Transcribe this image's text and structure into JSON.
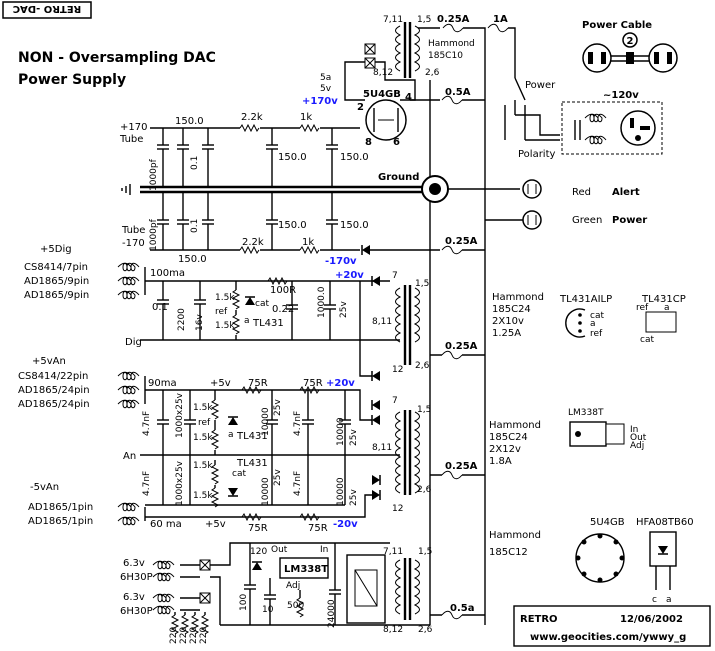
{
  "corner_logo": "RETRO -DAC",
  "title_line1": "NON - Oversampling DAC",
  "title_line2": "Power Supply",
  "power_cable_label": "Power Cable",
  "power_cable_num": "2",
  "power_label": "Power",
  "polarity_label": "Polarity",
  "mains_voltage": "~120v",
  "fuse_main": "0.25A",
  "fuse_1a": "1A",
  "fuse_rect": "0.5A",
  "fuse_low1": "0.25A",
  "fuse_low2": "0.25A",
  "fuse_low3": "0.25A",
  "fuse_heater": "0.5a",
  "xfmr_hv": {
    "pins_top": "7,11",
    "pins_top_r": "1,5",
    "pins_bot": "8,12",
    "pins_bot_r": "2,6",
    "name1": "Hammond",
    "name2": "185C10"
  },
  "tap_5a": "5a",
  "tap_5v": "5v",
  "hv_plus_label": "+170v",
  "tube_label": "5U4GB",
  "tube_pins": {
    "p2": "2",
    "p4": "4",
    "p8": "8",
    "p6": "6"
  },
  "rail_plus": {
    "line1": "+170",
    "line2": "Tube"
  },
  "rail_minus": {
    "line1": "Tube",
    "line2": "-170"
  },
  "hv_values": {
    "c1": "150.0",
    "c2": "0.1",
    "c3": "1000pf",
    "r1": "2.2k",
    "r2": "1k",
    "c4": "150.0",
    "c5": "150.0"
  },
  "hv_values_neg": {
    "c1": "150.0",
    "c2": "0.1",
    "c3": "1000pf",
    "r1": "2.2k",
    "r2": "1k",
    "c4": "150.0",
    "c5": "150.0"
  },
  "minus_170_label": "-170v",
  "ground_label": "Ground",
  "red_label": "Red",
  "alert_label": "Alert",
  "green_label": "Green",
  "power_ind_label": "Power",
  "dig": {
    "head": "+5Dig",
    "in1": "CS8414/7pin",
    "in2": "AD1865/9pin",
    "in3": "AD1865/9pin",
    "current": "100ma",
    "c01": "0.1",
    "c2200": "2200",
    "c16v": "16v",
    "r15k_a": "1.5k",
    "r15k_b": "1.5k",
    "ref": "ref",
    "cat": "cat",
    "a": "a",
    "r100": "100R",
    "c022": "0.22",
    "ic": "TL431",
    "c1000": "1000.0",
    "c25v": "25v",
    "out": "Dig",
    "v20": "+20v",
    "d7": "7",
    "d811": "8,11",
    "d12": "12",
    "p15": "1,5",
    "p26": "2,6"
  },
  "an": {
    "head": "+5vAn",
    "in1": "CS8414/22pin",
    "in2": "AD1865/24pin",
    "in3": "AD1865/24pin",
    "current": "90ma",
    "plus5": "+5v",
    "r75a": "75R",
    "r75b": "75R",
    "v20": "+20v",
    "c47a": "4.7nF",
    "c1000x25a": "1000x25v",
    "r15a": "1.5k",
    "r15b": "1.5k",
    "ref": "ref",
    "a": "a",
    "ic1": "TL431",
    "c10000a": "10000",
    "c25va": "25v",
    "c47b": "4.7nF",
    "c10000b": "10000",
    "c25vb": "25v",
    "mid": "An",
    "c47c": "4.7nF",
    "c1000x25b": "1000x25v",
    "r15c": "1.5k",
    "r15d": "1.5k",
    "ic2": "TL431",
    "cat": "cat",
    "c10000c": "10000",
    "c25vc": "25v",
    "c47d": "4.7nF",
    "c10000d": "10000",
    "c25vd": "25v",
    "neg_head": "-5vAn",
    "neg_in1": "AD1865/1pin",
    "neg_in2": "AD1865/1pin",
    "neg_current": "60 ma",
    "plus5b": "+5v",
    "r75c": "75R",
    "r75d": "75R",
    "v20neg": "-20v",
    "d7": "7",
    "d811": "8,11",
    "d12": "12",
    "p15": "1,5",
    "p26": "2,6"
  },
  "heater": {
    "v1": "6.3v",
    "t1": "6H30P",
    "v2": "6.3v",
    "t2": "6H30P",
    "r1": "220",
    "r2": "220",
    "r3": "220",
    "r4": "220",
    "c100": "100",
    "r120": "120",
    "out": "Out",
    "in": "In",
    "ic": "LM338T",
    "adj": "Adj",
    "c10": "10",
    "r500": "500",
    "c24000": "24000",
    "p711": "7,11",
    "p15": "1,5",
    "p812": "8,12",
    "p26": "2,6"
  },
  "ham1": {
    "l1": "Hammond",
    "l2": "185C24",
    "l3": "2X10v",
    "l4": "1.25A"
  },
  "ham2": {
    "l1": "Hammond",
    "l2": "185C24",
    "l3": "2X12v",
    "l4": "1.8A"
  },
  "ham3": {
    "l1": "Hammond",
    "l2": "185C12"
  },
  "pinouts": {
    "tl431ailp": "TL431AILP",
    "tl431cp": "TL431CP",
    "ref": "ref",
    "cat": "cat",
    "a": "a",
    "lm338t": "LM338T",
    "in": "In",
    "out": "Out",
    "adj": "Adj",
    "tube": "5U4GB",
    "hfa": "HFA08TB60",
    "c": "c",
    "a2": "a"
  },
  "footer": {
    "logo": "RETRO",
    "date": "12/06/2002",
    "web": "www.geocities.com/ywwy_g"
  }
}
